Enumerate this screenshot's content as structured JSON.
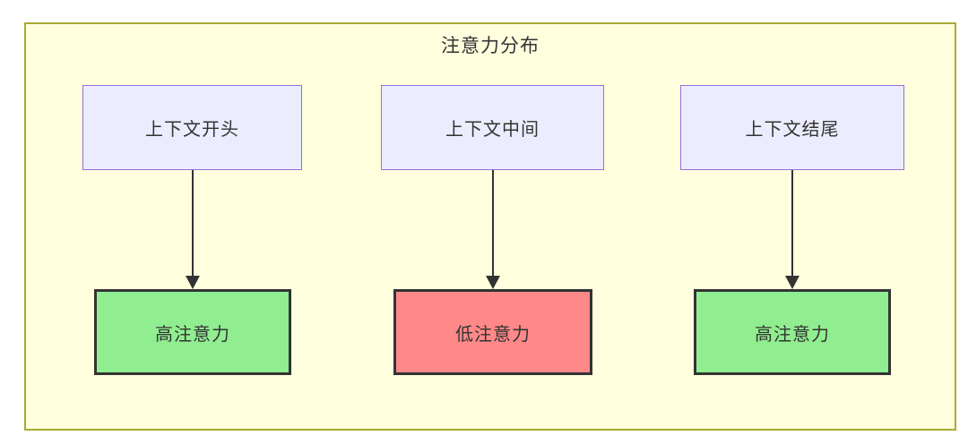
{
  "diagram": {
    "title": "注意力分布",
    "top_nodes": [
      {
        "id": "A",
        "label": "上下文开头"
      },
      {
        "id": "B",
        "label": "上下文中间"
      },
      {
        "id": "C",
        "label": "上下文结尾"
      }
    ],
    "bottom_nodes": [
      {
        "id": "D",
        "label": "高注意力",
        "status": "high"
      },
      {
        "id": "E",
        "label": "低注意力",
        "status": "low"
      },
      {
        "id": "F",
        "label": "高注意力",
        "status": "high"
      }
    ],
    "edges": [
      {
        "from": "上下文开头",
        "to": "高注意力"
      },
      {
        "from": "上下文中间",
        "to": "低注意力"
      },
      {
        "from": "上下文结尾",
        "to": "高注意力"
      }
    ],
    "colors": {
      "page_bg": "#ffffff",
      "container_bg": "#ffffde",
      "container_border": "#aaaa33",
      "top_node_bg": "#ececff",
      "top_node_border": "#9370db",
      "high_attention_bg": "#90ee90",
      "low_attention_bg": "#ff8888",
      "bottom_node_border": "#333333",
      "text": "#333333",
      "arrow": "#333333"
    }
  }
}
